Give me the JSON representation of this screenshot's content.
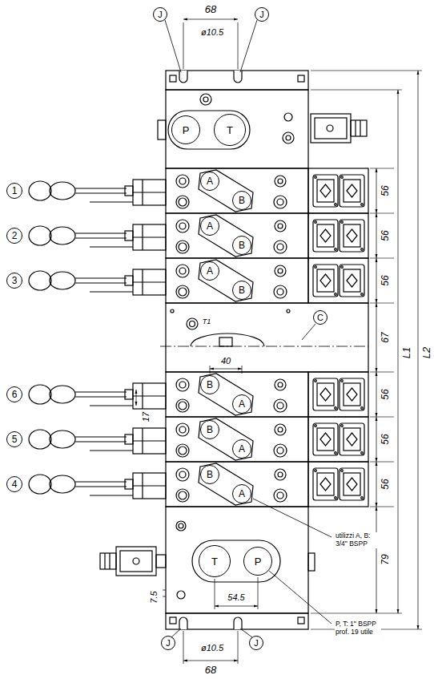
{
  "diagram": {
    "nodes": [
      {
        "text": [
          "J"
        ]
      },
      {
        "text": [
          "J"
        ]
      },
      {
        "text": [
          "P"
        ]
      },
      {
        "text": [
          "T"
        ]
      },
      {
        "text": [
          "1"
        ]
      },
      {
        "text": [
          "A"
        ]
      },
      {
        "text": [
          "B"
        ]
      },
      {
        "text": [
          "2"
        ]
      },
      {
        "text": [
          "A"
        ]
      },
      {
        "text": [
          "B"
        ]
      },
      {
        "text": [
          "3"
        ]
      },
      {
        "text": [
          "A"
        ]
      },
      {
        "text": [
          "B"
        ]
      },
      {
        "text": [
          "C"
        ]
      },
      {
        "text": [
          "6"
        ]
      },
      {
        "text": [
          "B"
        ]
      },
      {
        "text": [
          "A"
        ]
      },
      {
        "text": [
          "5"
        ]
      },
      {
        "text": [
          "B"
        ]
      },
      {
        "text": [
          "A"
        ]
      },
      {
        "text": [
          "4"
        ]
      },
      {
        "text": [
          "B"
        ]
      },
      {
        "text": [
          "A"
        ]
      },
      {
        "text": [
          "T"
        ]
      },
      {
        "text": [
          "P"
        ]
      },
      {
        "text": [
          "J"
        ]
      },
      {
        "text": [
          "J"
        ]
      }
    ],
    "labels": [
      "68",
      "ø10.5",
      "56",
      "56",
      "56",
      "T1",
      "67",
      "40",
      "17",
      "56",
      "56",
      "56",
      "L1",
      "L2",
      "utilizzi A, B: 3/4\" BSPP",
      "79",
      "7.5",
      "54.5",
      "P, T: 1\" BSPP prof. 19 utile",
      "ø10.5",
      "68"
    ]
  }
}
